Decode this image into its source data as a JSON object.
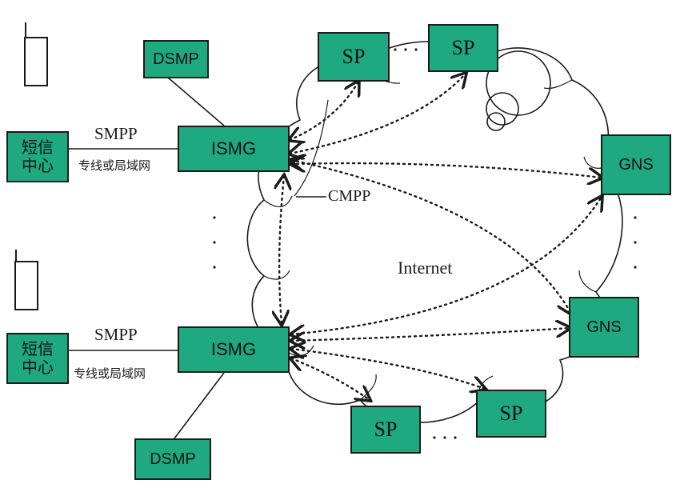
{
  "diagram": {
    "nodes": {
      "sp_top_left": "SP",
      "sp_top_right": "SP",
      "sp_bottom_left": "SP",
      "sp_bottom_right": "SP",
      "ismg_top": "ISMG",
      "ismg_bottom": "ISMG",
      "gns_top": "GNS",
      "gns_bottom": "GNS",
      "dsmp_top": "DSMP",
      "dsmp_bottom": "DSMP",
      "sms_center_top": {
        "line1": "短信",
        "line2": "中心"
      },
      "sms_center_bottom": {
        "line1": "短信",
        "line2": "中心"
      }
    },
    "labels": {
      "smpp_top": "SMPP",
      "smpp_bottom": "SMPP",
      "link_top": "专线或局域网",
      "link_bottom": "专线或局域网",
      "cmpp": "CMPP",
      "internet": "Internet"
    },
    "colors": {
      "node_fill": "#1fa981",
      "stroke": "#1a1a1a"
    }
  }
}
